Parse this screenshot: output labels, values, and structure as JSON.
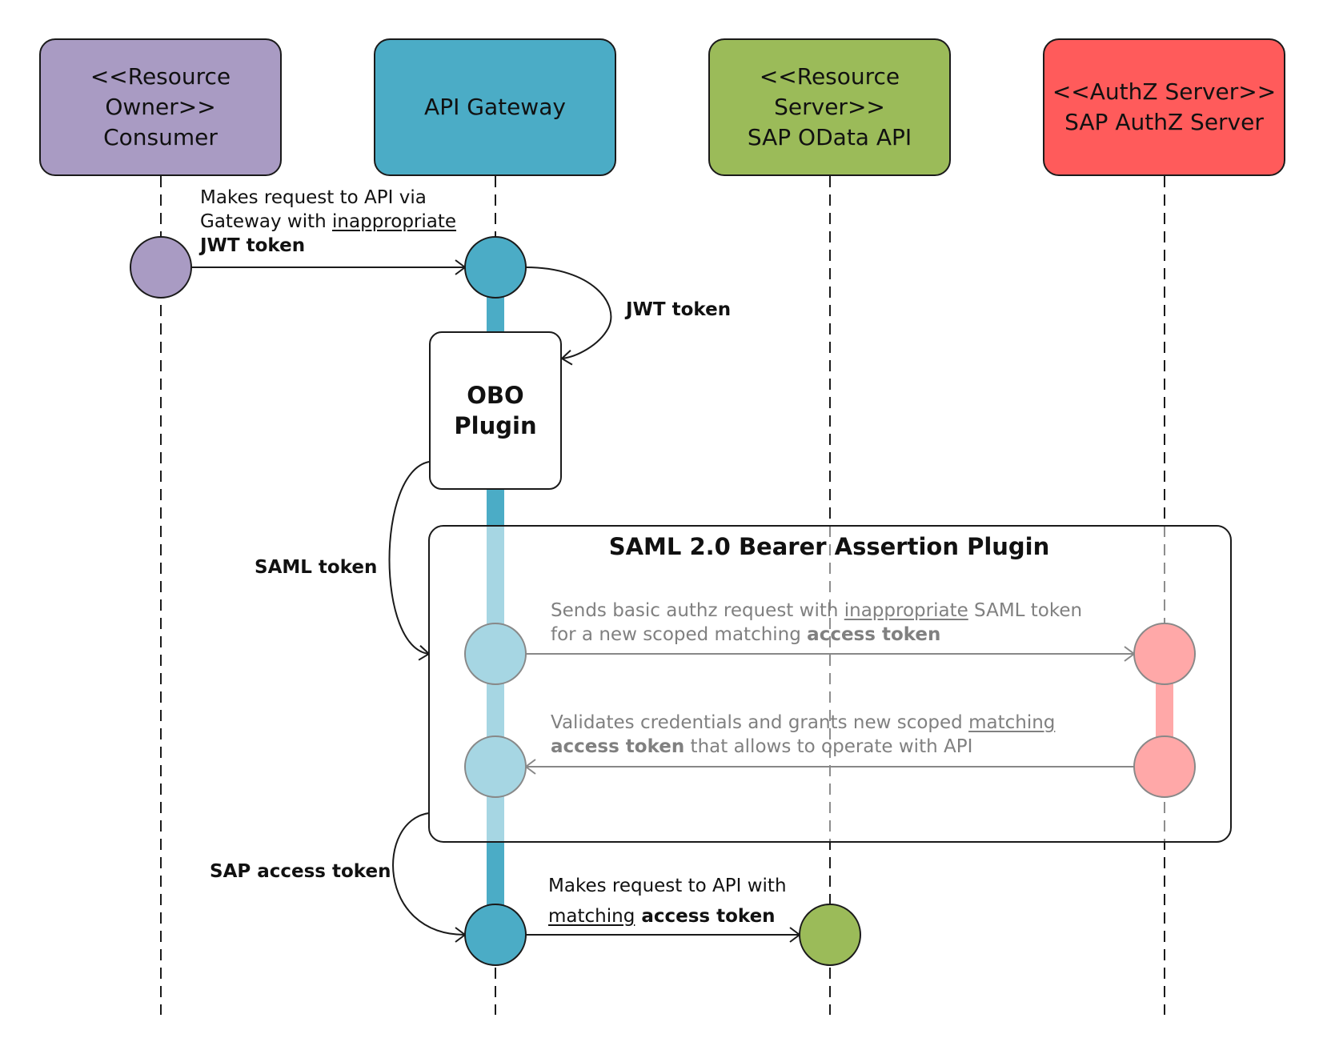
{
  "participants": [
    {
      "stereotype": "<<Resource Owner>>",
      "name": "Consumer",
      "color": "#a99bc3"
    },
    {
      "stereotype": "",
      "name": "API Gateway",
      "color": "#4bacc6"
    },
    {
      "stereotype": "<<Resource Server>>",
      "name": "SAP OData API",
      "color": "#9bbb59"
    },
    {
      "stereotype": "<<AuthZ Server>>",
      "name": "SAP AuthZ Server",
      "color": "#ff5b5b"
    }
  ],
  "messages": {
    "m1": {
      "line1": "Makes request to API via",
      "line2_pre": "Gateway with ",
      "line2_u": "inappropriate",
      "line3": "JWT token"
    },
    "m2": {
      "text": "JWT token"
    },
    "m3": {
      "text": "SAML token"
    },
    "m4": {
      "l1_pre": "Sends basic authz request with ",
      "l1_u": "inappropriate",
      "l1_post": " SAML token",
      "l2_pre": "for a new scoped matching ",
      "l2_b": "access token"
    },
    "m5": {
      "l1_pre": "Validates credentials and grants new scoped ",
      "l1_u": "matching",
      "l2_b": "access token",
      "l2_post": " that allows  to operate with API"
    },
    "m6": {
      "text": "SAP access token"
    },
    "m7": {
      "line1": "Makes request to API with",
      "line2_u": "matching",
      "line2_b": " access token"
    }
  },
  "obo_plugin": {
    "line1": "OBO",
    "line2": "Plugin"
  },
  "saml_plugin": {
    "title": "SAML 2.0 Bearer Assertion Plugin"
  },
  "colors": {
    "consumer": "#a99bc3",
    "gateway": "#4bacc6",
    "resource": "#9bbb59",
    "authz": "#ff5b5b",
    "gateway_faded": "#a6d6e3",
    "authz_faded": "#ffa8a8"
  }
}
